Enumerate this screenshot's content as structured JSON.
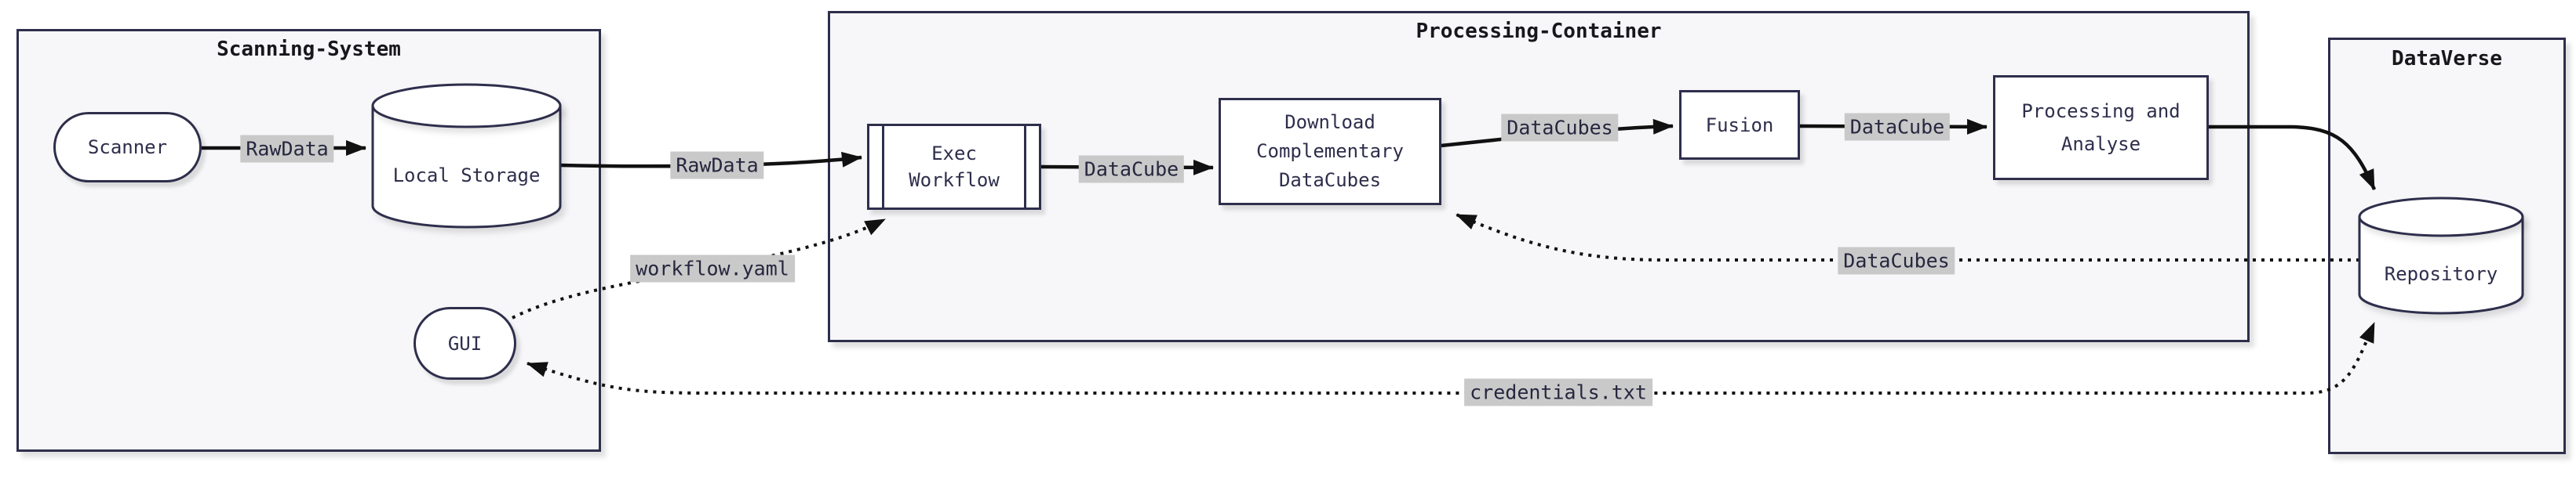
{
  "diagram": {
    "type": "flowchart",
    "direction": "left-to-right",
    "containers": {
      "scanning": {
        "title": "Scanning-System"
      },
      "processing": {
        "title": "Processing-Container"
      },
      "dataverse": {
        "title": "DataVerse"
      }
    },
    "nodes": {
      "scanner": {
        "label": "Scanner",
        "shape": "stadium",
        "container": "scanning"
      },
      "local_storage": {
        "label": "Local Storage",
        "shape": "cylinder",
        "container": "scanning"
      },
      "gui": {
        "label": "GUI",
        "shape": "stadium",
        "container": "scanning"
      },
      "exec_workflow": {
        "label": "Exec Workflow",
        "lines": [
          "Exec",
          "Workflow"
        ],
        "shape": "subroutine",
        "container": "processing"
      },
      "download": {
        "label": "Download Complementary DataCubes",
        "lines": [
          "Download",
          "Complementary",
          "DataCubes"
        ],
        "shape": "rect",
        "container": "processing"
      },
      "fusion": {
        "label": "Fusion",
        "shape": "rect",
        "container": "processing"
      },
      "processing_analyse": {
        "label": "Processing and Analyse",
        "lines": [
          "Processing and",
          "Analyse"
        ],
        "shape": "rect",
        "container": "processing"
      },
      "repository": {
        "label": "Repository",
        "shape": "cylinder",
        "container": "dataverse"
      }
    },
    "edges": [
      {
        "from": "scanner",
        "to": "local_storage",
        "label": "RawData",
        "style": "solid"
      },
      {
        "from": "local_storage",
        "to": "exec_workflow",
        "label": "RawData",
        "style": "solid"
      },
      {
        "from": "exec_workflow",
        "to": "download",
        "label": "DataCube",
        "style": "solid"
      },
      {
        "from": "download",
        "to": "fusion",
        "label": "DataCubes",
        "style": "solid"
      },
      {
        "from": "fusion",
        "to": "processing_analyse",
        "label": "DataCube",
        "style": "solid"
      },
      {
        "from": "processing_analyse",
        "to": "repository",
        "label": "",
        "style": "solid"
      },
      {
        "from": "repository",
        "to": "download",
        "label": "DataCubes",
        "style": "dotted"
      },
      {
        "from": "gui",
        "to": "exec_workflow",
        "label": "workflow.yaml",
        "style": "dotted"
      },
      {
        "from": "gui",
        "to": "repository",
        "label": "credentials.txt",
        "style": "dotted",
        "bidirectional": true
      }
    ],
    "colors": {
      "node_border": "#2e2e4c",
      "node_fill": "#ffffff",
      "container_fill": "#f7f7f9",
      "text": "#2e2e4c",
      "edge": "#111111",
      "edge_label_bg": "#c9c9c9"
    }
  }
}
